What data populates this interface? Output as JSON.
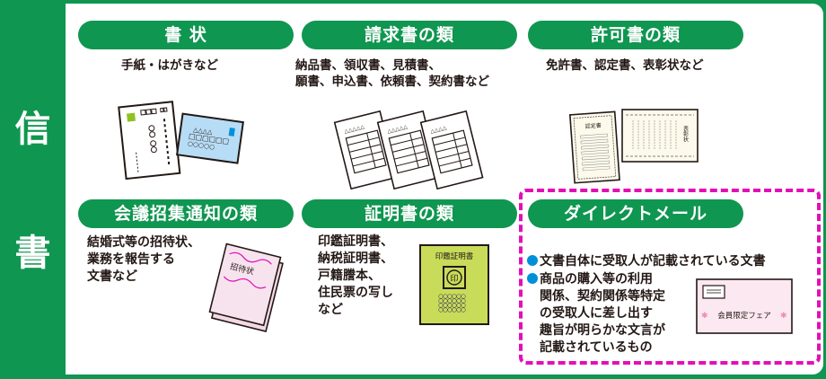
{
  "side_label": {
    "char1": "信",
    "char2": "書"
  },
  "colors": {
    "brand_green": "#0f9650",
    "highlight_magenta": "#e20fb8",
    "bullet_blue": "#0090d8",
    "text": "#231815"
  },
  "categories": [
    {
      "title": "書 状",
      "description": "手紙・はがきなど",
      "illustration": "postcard-and-envelope"
    },
    {
      "title": "請求書の類",
      "description": "納品書、領収書、見積書、\n願書、申込書、依頼書、契約書など",
      "illustration": "stacked-invoice-forms"
    },
    {
      "title": "許可書の類",
      "description": "免許書、認定書、表彰状など",
      "illustration": "certificates",
      "illustration_text": {
        "cert1": "認定書",
        "cert2": "表彰状"
      }
    },
    {
      "title": "会議招集通知の類",
      "description": "結婚式等の招待状、\n業務を報告する\n文書など",
      "illustration": "invitation-card",
      "illustration_text": "招待状"
    },
    {
      "title": "証明書の類",
      "description": "印鑑証明書、\n納税証明書、\n戸籍謄本、\n住民票の写し\nなど",
      "illustration": "seal-certificate",
      "illustration_text": {
        "header": "印鑑証明書",
        "seal": "印"
      }
    },
    {
      "title": "ダイレクトメール",
      "highlighted": true,
      "bullets": [
        "文書自体に受取人が記載されている文書",
        "商品の購入等の利用\n関係、契約関係等特定\nの受取人に差し出す\n趣旨が明らかな文言が\n記載されているもの"
      ],
      "illustration": "dm-postcard",
      "illustration_text": "会員限定フェア"
    }
  ]
}
